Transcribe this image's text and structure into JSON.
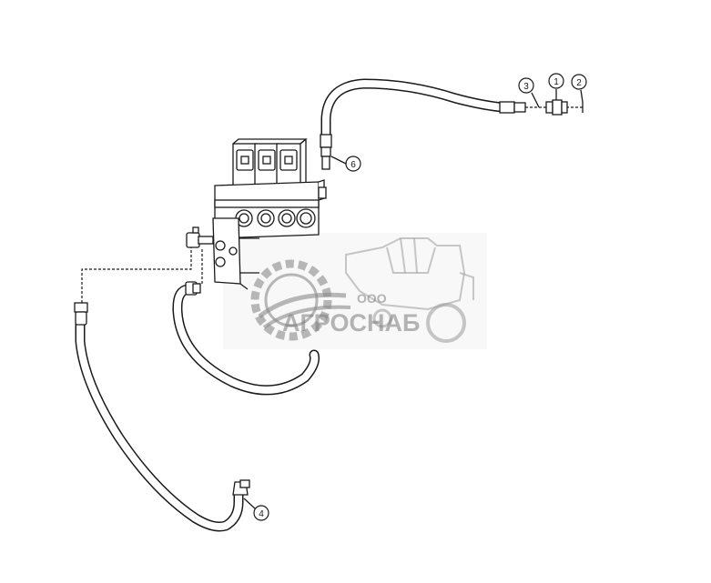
{
  "callouts": [
    {
      "id": "1",
      "label": "1"
    },
    {
      "id": "2",
      "label": "2"
    },
    {
      "id": "3",
      "label": "3"
    },
    {
      "id": "4",
      "label": "4"
    },
    {
      "id": "6",
      "label": "6"
    }
  ],
  "watermark": {
    "prefix": "ООО",
    "name": "АГРОСНАБ",
    "color": "#7a7a7a"
  },
  "colors": {
    "line": "#1a1a1a",
    "background": "#ffffff"
  }
}
